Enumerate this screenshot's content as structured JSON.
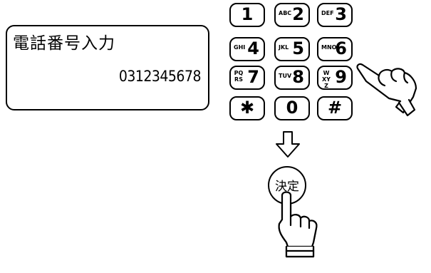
{
  "display": {
    "title": "電話番号入力",
    "number": "0312345678"
  },
  "keypad": {
    "keys": [
      {
        "main": "1",
        "sub": ""
      },
      {
        "main": "2",
        "sub": "ABC"
      },
      {
        "main": "3",
        "sub": "DEF"
      },
      {
        "main": "4",
        "sub": "GHI"
      },
      {
        "main": "5",
        "sub": "JKL"
      },
      {
        "main": "6",
        "sub": "MNO"
      },
      {
        "main": "7",
        "sub": "PQRS"
      },
      {
        "main": "8",
        "sub": "TUV"
      },
      {
        "main": "9",
        "sub": "WXYZ"
      },
      {
        "main": "✱",
        "sub": ""
      },
      {
        "main": "0",
        "sub": ""
      },
      {
        "main": "#",
        "sub": ""
      }
    ]
  },
  "confirm_button": {
    "label": "決定"
  },
  "icons": {
    "pointing_hand_keypad": "pointing-hand-icon",
    "pointing_hand_confirm": "pointing-hand-icon",
    "flow_arrow": "down-arrow-icon"
  }
}
